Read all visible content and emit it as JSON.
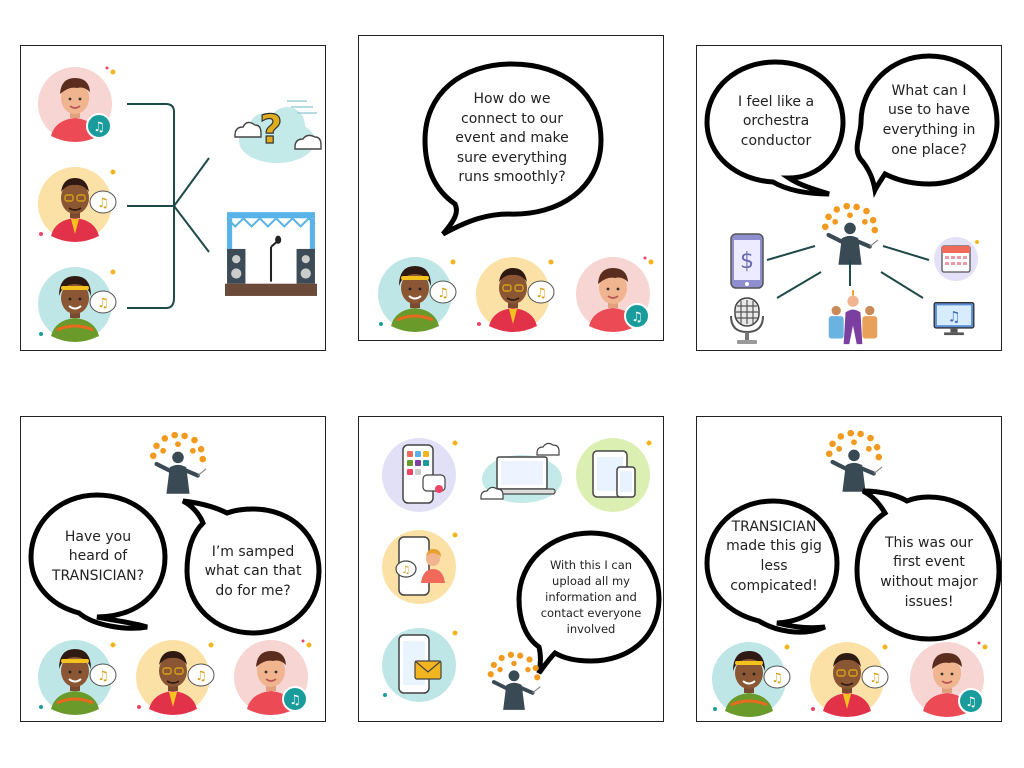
{
  "panels": [
    {
      "id": "p1",
      "texts": []
    },
    {
      "id": "p2",
      "texts": [
        "How do we connect to our event and make sure everything runs smoothly?"
      ]
    },
    {
      "id": "p3",
      "texts": [
        "I feel like a orchestra conductor",
        "What can I use to have everything in one place?"
      ]
    },
    {
      "id": "p4",
      "texts": [
        "Have you heard of TRANSICIAN?",
        "I’m samped what can that do for me?"
      ]
    },
    {
      "id": "p5",
      "texts": [
        "With this I can upload all my information and contact everyone involved"
      ]
    },
    {
      "id": "p6",
      "texts": [
        "TRANSICIAN made this gig less compicated!",
        "This was our first event without major issues!"
      ]
    }
  ],
  "icon_names": [
    "person-red-avatar-icon",
    "person-yellow-avatar-icon",
    "person-teal-avatar-icon",
    "question-cloud-icon",
    "stage-icon",
    "conductor-icon",
    "phone-dollar-icon",
    "calendar-icon",
    "microphone-icon",
    "band-icon",
    "monitor-music-icon",
    "phone-apps-icon",
    "laptop-icon",
    "tablet-phone-icon",
    "phone-chat-icon",
    "phone-mail-icon"
  ],
  "colors": {
    "teal": "#1a9c9c",
    "orange": "#f29a1f",
    "line": "#1f4a4a",
    "stage_blue": "#5ab3e8",
    "stage_brown": "#6b4a3a"
  }
}
